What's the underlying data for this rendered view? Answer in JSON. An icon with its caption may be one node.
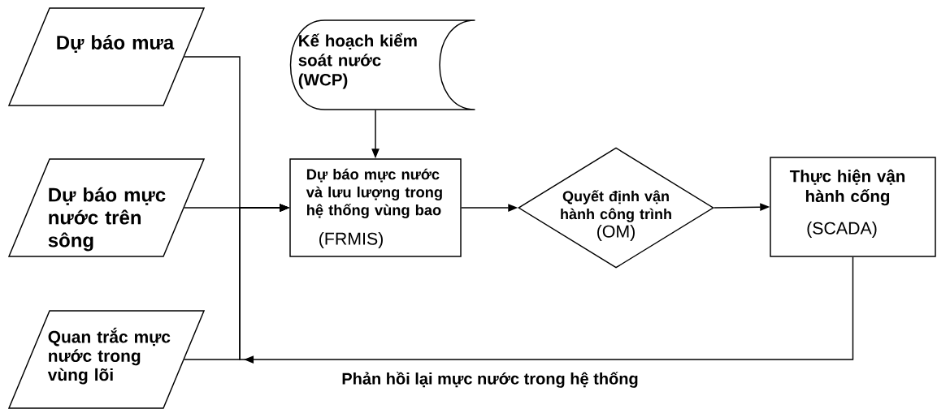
{
  "diagram": {
    "nodes": [
      {
        "text": [
          "Dự báo mưa"
        ]
      },
      {
        "text": [
          "Dự báo mực nước trên sông"
        ]
      },
      {
        "text": [
          "Quan trắc mực nước trong vùng lõi"
        ]
      },
      {
        "text": [
          "Kế hoạch kiểm soát nước (WCP)"
        ]
      },
      {
        "text": [
          "Dự báo mực nước và lưu lượng trong hệ thống vùng bao",
          "(FRMIS)"
        ]
      },
      {
        "text": [
          "Quyết định vận hành công trình",
          "(OM)"
        ]
      },
      {
        "text": [
          "Thực hiện vận hành cống",
          "(SCADA)"
        ]
      }
    ],
    "edges": [
      {
        "from": 0,
        "to": 4,
        "arrow": "to"
      },
      {
        "from": 1,
        "to": 4,
        "arrow": "to"
      },
      {
        "from": 2,
        "to": 4,
        "arrow": "to"
      },
      {
        "from": 3,
        "to": 4,
        "arrow": "to"
      },
      {
        "from": 4,
        "to": 5,
        "arrow": "to"
      },
      {
        "from": 5,
        "to": 6,
        "arrow": "to"
      },
      {
        "from": 6,
        "to": 4,
        "arrow": "to",
        "label": "Phản hồi lại mực nước trong hệ thống"
      }
    ]
  }
}
